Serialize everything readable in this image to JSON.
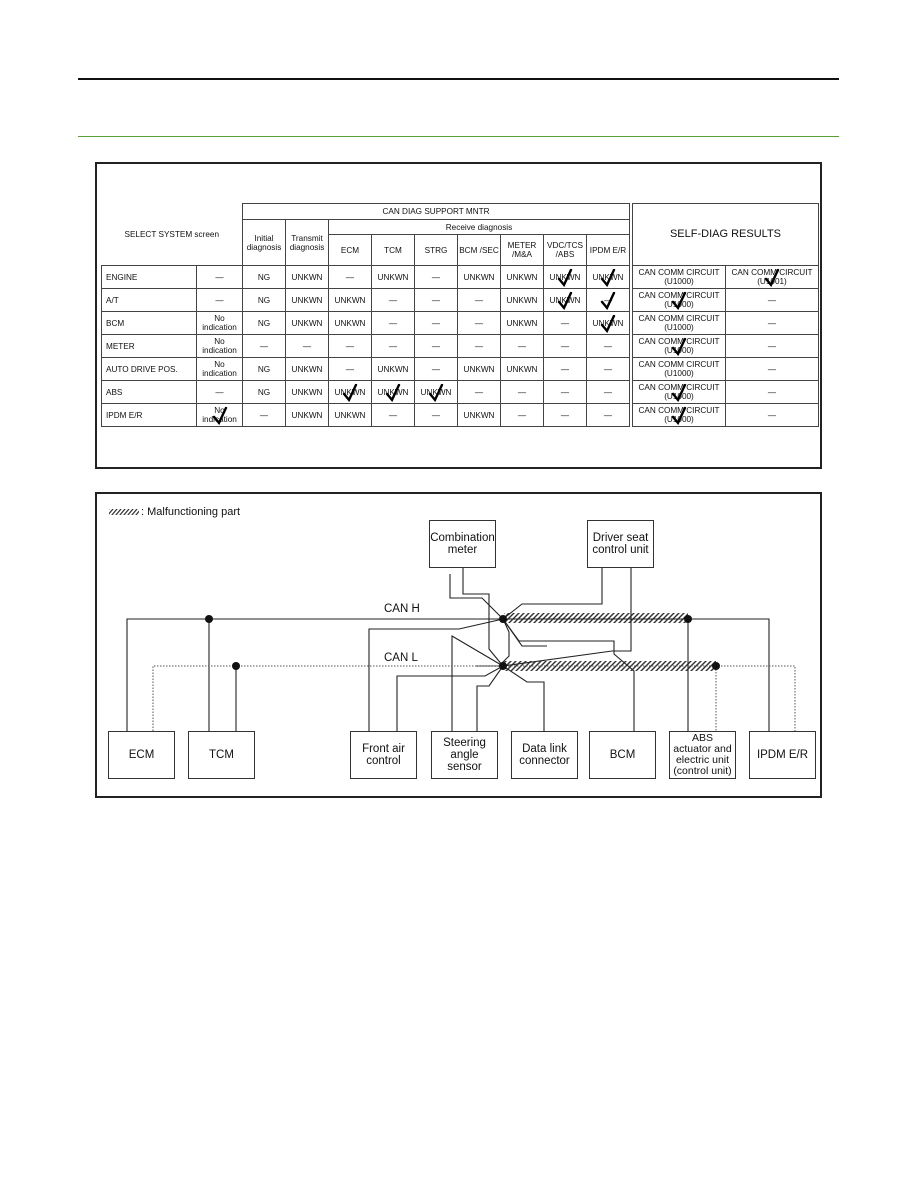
{
  "table": {
    "select_header": "SELECT SYSTEM screen",
    "can_diag_header": "CAN DIAG SUPPORT MNTR",
    "receive_header": "Receive diagnosis",
    "initial_header": "Initial diagnosis",
    "transmit_header": "Transmit diagnosis",
    "self_diag_header": "SELF-DIAG RESULTS",
    "receive_cols": [
      "ECM",
      "TCM",
      "STRG",
      "BCM /SEC",
      "METER /M&A",
      "VDC/TCS /ABS",
      "IPDM E/R"
    ],
    "rows": [
      {
        "name": "ENGINE",
        "select": "—",
        "initial": "NG",
        "transmit": "UNKWN",
        "recv": [
          "—",
          "UNKWN",
          "—",
          "UNKWN",
          "UNKWN",
          "UNKWN",
          "UNKWN"
        ],
        "self1": "CAN COMM CIRCUIT (U1000)",
        "self2": "CAN COMM CIRCUIT (U1001)"
      },
      {
        "name": "A/T",
        "select": "—",
        "initial": "NG",
        "transmit": "UNKWN",
        "recv": [
          "UNKWN",
          "—",
          "—",
          "—",
          "UNKWN",
          "UNKWN",
          "—"
        ],
        "self1": "CAN COMM CIRCUIT (U1000)",
        "self2": "—"
      },
      {
        "name": "BCM",
        "select": "No indication",
        "initial": "NG",
        "transmit": "UNKWN",
        "recv": [
          "UNKWN",
          "—",
          "—",
          "—",
          "UNKWN",
          "—",
          "UNKWN"
        ],
        "self1": "CAN COMM CIRCUIT (U1000)",
        "self2": "—"
      },
      {
        "name": "METER",
        "select": "No indication",
        "initial": "—",
        "transmit": "—",
        "recv": [
          "—",
          "—",
          "—",
          "—",
          "—",
          "—",
          "—"
        ],
        "self1": "CAN COMM CIRCUIT (U1000)",
        "self2": "—"
      },
      {
        "name": "AUTO DRIVE POS.",
        "select": "No indication",
        "initial": "NG",
        "transmit": "UNKWN",
        "recv": [
          "—",
          "UNKWN",
          "—",
          "UNKWN",
          "UNKWN",
          "—",
          "—"
        ],
        "self1": "CAN COMM CIRCUIT (U1000)",
        "self2": "—"
      },
      {
        "name": "ABS",
        "select": "—",
        "initial": "NG",
        "transmit": "UNKWN",
        "recv": [
          "UNKWN",
          "UNKWN",
          "UNKWN",
          "—",
          "—",
          "—",
          "—"
        ],
        "self1": "CAN COMM CIRCUIT (U1000)",
        "self2": "—"
      },
      {
        "name": "IPDM E/R",
        "select": "No indication",
        "initial": "—",
        "transmit": "UNKWN",
        "recv": [
          "UNKWN",
          "—",
          "—",
          "UNKWN",
          "—",
          "—",
          "—"
        ],
        "self1": "CAN COMM CIRCUIT (U1000)",
        "self2": "—"
      }
    ]
  },
  "diagram": {
    "legend": ": Malfunctioning part",
    "can_h": "CAN H",
    "can_l": "CAN L",
    "units": {
      "combination_meter": "Combination\nmeter",
      "driver_seat": "Driver seat\ncontrol unit",
      "ecm": "ECM",
      "tcm": "TCM",
      "front_air": "Front air\ncontrol",
      "steering": "Steering\nangle\nsensor",
      "data_link": "Data link\nconnector",
      "bcm": "BCM",
      "abs": "ABS\nactuator and\nelectric unit\n(control unit)",
      "ipdm": "IPDM E/R"
    }
  }
}
